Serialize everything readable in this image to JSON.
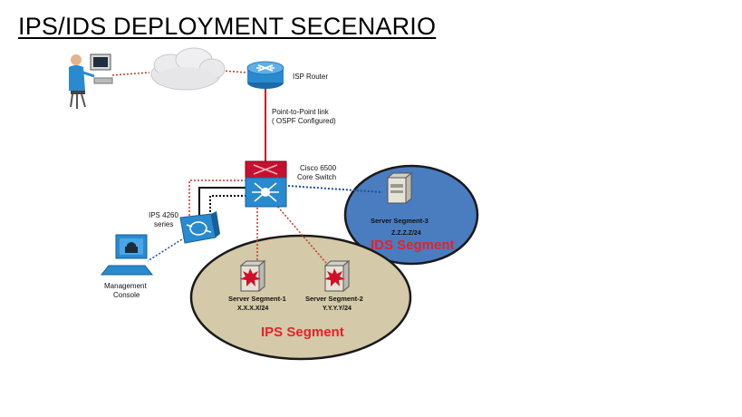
{
  "title": "IPS/IDS DEPLOYMENT SECENARIO",
  "labels": {
    "isp_router": "ISP Router",
    "p2p_line1": "Point-to-Point link",
    "p2p_line2": "( OSPF Configured)",
    "core_line1": "Cisco 6500",
    "core_line2": "Core Switch",
    "ips_line1": "IPS 4260",
    "ips_line2": "series",
    "mgmt_line1": "Management",
    "mgmt_line2": "Console",
    "server1_name": "Server Segment-1",
    "server1_net": "X.X.X.X/24",
    "server2_name": "Server Segment-2",
    "server2_net": "Y.Y.Y.Y/24",
    "server3_name": "Server Segment-3",
    "server3_net": "Z.Z.Z.Z/24",
    "ids_segment": "IDS Segment",
    "ips_segment": "IPS Segment"
  },
  "colors": {
    "ids_zone": "#4a7cc0",
    "ips_zone": "#d4c9a8",
    "segment_label": "#e8202a",
    "link_red": "#c0392b",
    "link_blue": "#1f4e9a",
    "device_blue": "#2a8ad0",
    "switch_red": "#c8102e"
  },
  "icons": [
    "user-workstation-icon",
    "internet-cloud-icon",
    "router-icon",
    "core-switch-icon",
    "ips-sensor-icon",
    "management-console-icon",
    "server-icon",
    "attacked-server-icon"
  ]
}
